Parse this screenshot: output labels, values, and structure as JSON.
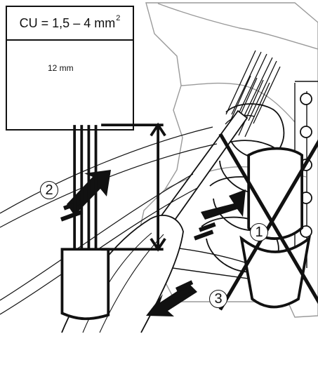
{
  "spec": {
    "conductor_label": "CU = 1,5 – 4 mm",
    "exponent": "2",
    "strip_length": "12 mm"
  },
  "steps": {
    "one": "1",
    "two": "2",
    "three": "3"
  },
  "colors": {
    "line": "#111111",
    "background": "#ffffff",
    "light_line": "#9a9a9a"
  },
  "icons": {
    "arrow_direction": "pointing",
    "cross": "not-allowed"
  }
}
